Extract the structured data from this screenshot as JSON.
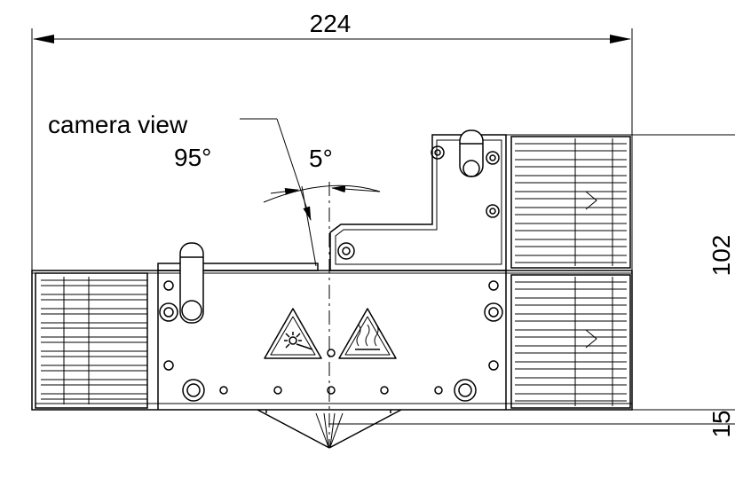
{
  "drawing": {
    "dimensions": {
      "width_label": "224",
      "height_label": "102",
      "offset_label": "15"
    },
    "annotations": {
      "camera_view_label": "camera view",
      "camera_angle_label": "95°",
      "tilt_angle_label": "5°"
    },
    "icons": [
      "laser-warning-icon",
      "hot-surface-warning-icon"
    ],
    "colors": {
      "line": "#000000",
      "background": "#ffffff"
    }
  }
}
